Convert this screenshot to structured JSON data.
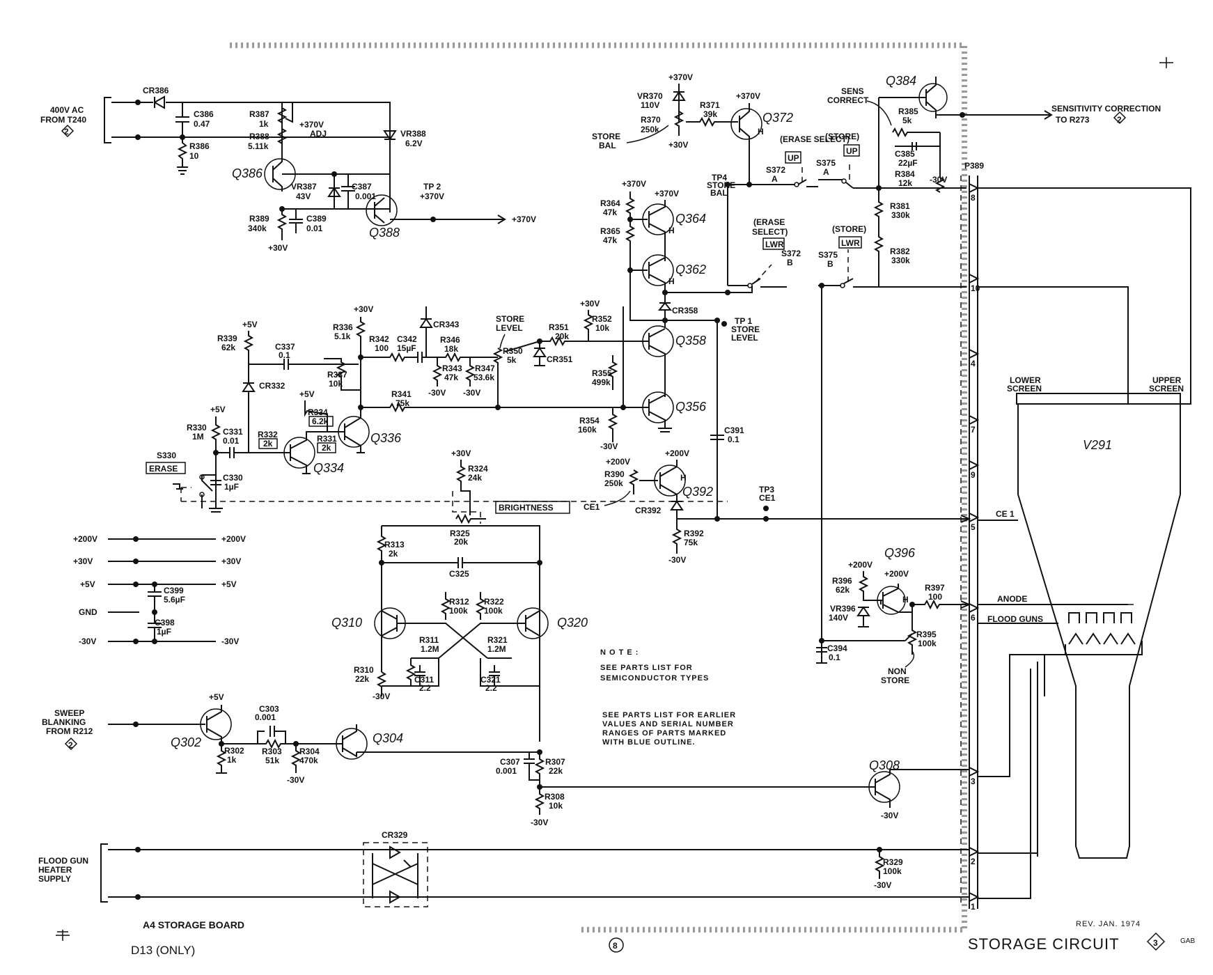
{
  "sheet": {
    "title": "STORAGE CIRCUIT",
    "diagram_number": "3",
    "board": "A4 STORAGE BOARD",
    "model": "D13 (ONLY)",
    "revision": "REV. JAN. 1974",
    "initials": "GAB",
    "page_marker": "8"
  },
  "notes": {
    "heading": "N O T E :",
    "line1": "SEE PARTS LIST FOR",
    "line2": "SEMICONDUCTOR TYPES",
    "blue1": "SEE PARTS LIST FOR EARLIER",
    "blue2": "VALUES AND SERIAL NUMBER",
    "blue3": "RANGES OF PARTS MARKED",
    "blue4": "WITH BLUE OUTLINE."
  },
  "inputs": {
    "ac_in_1": "400V AC",
    "ac_in_2": "FROM T240",
    "ac_in_ref": "2",
    "sweep_1": "SWEEP",
    "sweep_2": "BLANKING",
    "sweep_3": "FROM R212",
    "sweep_ref": "2",
    "flood_1": "FLOOD GUN",
    "flood_2": "HEATER",
    "flood_3": "SUPPLY"
  },
  "outputs": {
    "sens_1": "SENSITIVITY CORRECTION",
    "sens_2": "TO R273",
    "sens_ref": "2",
    "plus370": "+370V"
  },
  "rails": {
    "r200": "+200V",
    "r30": "+30V",
    "r5": "+5V",
    "gnd": "GND",
    "m30": "-30V"
  },
  "transistors": {
    "q386": "Q386",
    "q388": "Q388",
    "q372": "Q372",
    "q384": "Q384",
    "q364": "Q364",
    "q362": "Q362",
    "q358": "Q358",
    "q356": "Q356",
    "q336": "Q336",
    "q334": "Q334",
    "q392": "Q392",
    "q310": "Q310",
    "q320": "Q320",
    "q302": "Q302",
    "q304": "Q304",
    "q308": "Q308",
    "q396": "Q396"
  },
  "components": {
    "cr386": "CR386",
    "c386": "C386",
    "c386v": "0.47",
    "r386": "R386",
    "r386v": "10",
    "r387": "R387",
    "r387v": "1k",
    "r387adj": "+370V",
    "r387adj2": "ADJ",
    "r388": "R388",
    "r388v": "5.11k",
    "vr388": "VR388",
    "vr388v": "6.2V",
    "vr387": "VR387",
    "vr387v": "43V",
    "c387": "C387",
    "c387v": "0.001",
    "r389": "R389",
    "r389v": "340k",
    "c389": "C389",
    "c389v": "0.01",
    "tp2": "TP 2",
    "tp2v": "+370V",
    "vr370": "VR370",
    "vr370v": "110V",
    "r370": "R370",
    "r370v": "250k",
    "r371": "R371",
    "r371v": "39k",
    "store_bal_1": "STORE",
    "store_bal_2": "BAL",
    "tp4_1": "TP4",
    "tp4_2": "STORE",
    "tp4_3": "BAL",
    "erase_select": "(ERASE\nSELECT)",
    "s372a": "S372",
    "s372b": "S372",
    "store_up": "(STORE)",
    "up": "UP",
    "lwr": "LWR",
    "s375a": "S375",
    "s375b": "S375",
    "sens_correct_1": "SENS",
    "sens_correct_2": "CORRECT",
    "r385": "R385",
    "r385v": "5k",
    "c385": "C385",
    "c385v": "22µF",
    "r384": "R384",
    "r384v": "12k",
    "r381": "R381",
    "r381v": "330k",
    "r382": "R382",
    "r382v": "330k",
    "p389": "P389",
    "r364": "R364",
    "r364v": "47k",
    "r365": "R365",
    "r365v": "47k",
    "cr358": "CR358",
    "tp1_1": "TP 1",
    "tp1_2": "STORE",
    "tp1_3": "LEVEL",
    "r339": "R339",
    "r339v": "62k",
    "c337": "C337",
    "c337v": "0.1",
    "cr332": "CR332",
    "r336": "R336",
    "r336v": "5.1k",
    "r337": "R337",
    "r337v": "10k",
    "r342": "R342",
    "r342v": "100",
    "c342": "C342",
    "c342v": "15µF",
    "cr343": "CR343",
    "r346": "R346",
    "r346v": "18k",
    "r343": "R343",
    "r343v": "47k",
    "r347": "R347",
    "r347v": "53.6k",
    "store_level_1": "STORE",
    "store_level_2": "LEVEL",
    "r350": "R350",
    "r350v": "5k",
    "r351": "R351",
    "r351v": "20k",
    "r352": "R352",
    "r352v": "10k",
    "cr351": "CR351",
    "r355": "R355",
    "r355v": "499k",
    "r341": "R341",
    "r341v": "75k",
    "r354": "R354",
    "r354v": "160k",
    "r330": "R330",
    "r330v": "1M",
    "c331": "C331",
    "c331v": "0.01",
    "r332": "R332",
    "r332v": "2k",
    "r334": "R334",
    "r334v": "6.2k",
    "r331": "R331",
    "r331v": "2k",
    "s330": "S330",
    "erase": "ERASE",
    "c330": "C330",
    "c330v": "1µF",
    "c391": "C391",
    "c391v": "0.1",
    "r390": "R390",
    "r390v": "250k",
    "ce1": "CE1",
    "cr392": "CR392",
    "r392": "R392",
    "r392v": "75k",
    "tp3_1": "TP3",
    "tp3_2": "CE1",
    "r324": "R324",
    "r324v": "24k",
    "brightness": "BRIGHTNESS",
    "r325": "R325",
    "r325v": "20k",
    "r313": "R313",
    "r313v": "2k",
    "c325": "C325",
    "r312": "R312",
    "r312v": "100k",
    "r322": "R322",
    "r322v": "100k",
    "r311": "R311",
    "r311v": "1.2M",
    "r321": "R321",
    "r321v": "1.2M",
    "c311": "C311",
    "c311v": "2.2",
    "c321": "C321",
    "c321v": "2.2",
    "r310": "R310",
    "r310v": "22k",
    "c399": "C399",
    "c399v": "5.6µF",
    "c398": "C398",
    "c398v": "1µF",
    "r302": "R302",
    "r302v": "1k",
    "c303": "C303",
    "c303v": "0.001",
    "r303": "R303",
    "r303v": "51k",
    "r304": "R304",
    "r304v": "470k",
    "c307": "C307",
    "c307v": "0.001",
    "r307": "R307",
    "r307v": "22k",
    "r308": "R308",
    "r308v": "10k",
    "cr329": "CR329",
    "r329": "R329",
    "r329v": "100k",
    "r396": "R396",
    "r396v": "62k",
    "vr396": "VR396",
    "vr396v": "140V",
    "r397": "R397",
    "r397v": "100",
    "r395": "R395",
    "r395v": "100k",
    "c394": "C394",
    "c394v": "0.1",
    "non_store_1": "NON",
    "non_store_2": "STORE",
    "v291": "V291",
    "lower_screen_1": "LOWER",
    "lower_screen_2": "SCREEN",
    "upper_screen_1": "UPPER",
    "upper_screen_2": "SCREEN",
    "anode": "ANODE",
    "flood_guns": "FLOOD GUNS",
    "ce1_crt": "CE 1",
    "h": "H",
    "v30": "+30V",
    "v5": "+5V",
    "v200": "+200V",
    "v370": "+370V",
    "vm30": "-30V"
  },
  "connector_pins": [
    "8",
    "10",
    "4",
    "7",
    "9",
    "5",
    "6",
    "3",
    "2",
    "1"
  ]
}
